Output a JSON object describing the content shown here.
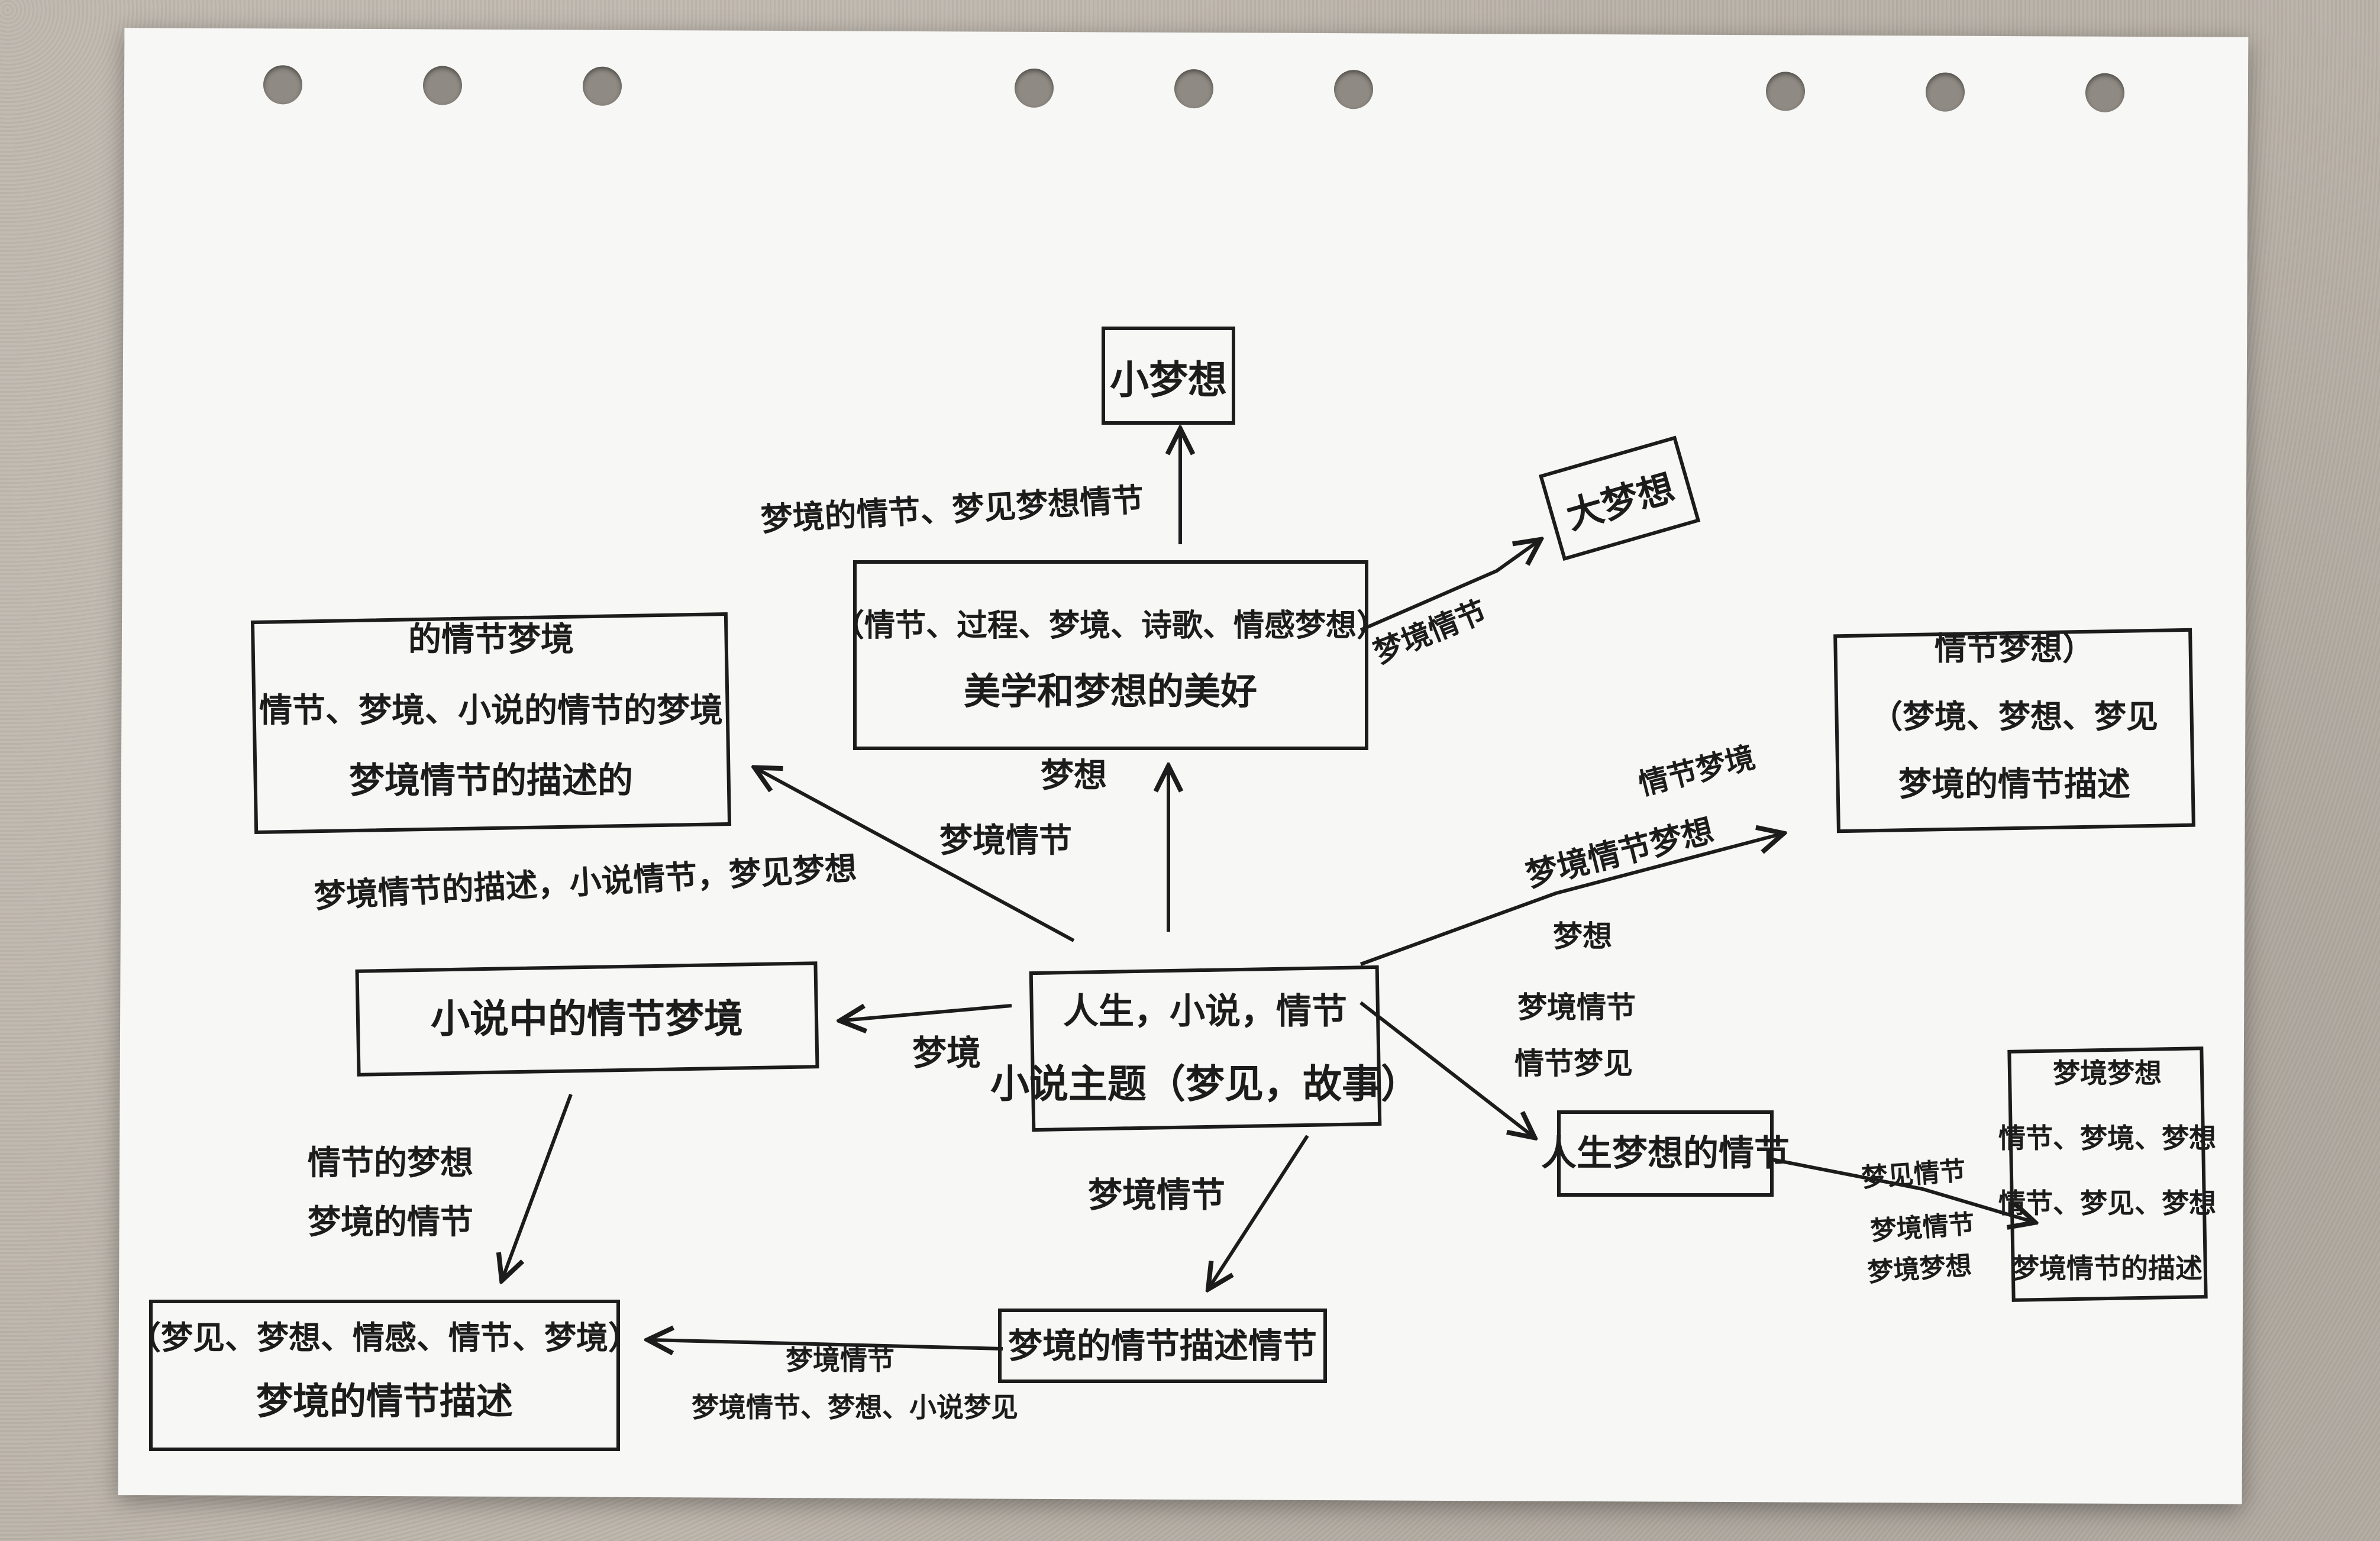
{
  "nodes": {
    "center": {
      "lines": [
        "小说主题（梦见，故事）",
        "人生，小说，情节"
      ]
    },
    "top_mid": {
      "lines": [
        "美学和梦想的美好",
        "（情节、过程、梦境、诗歌、情感梦想）"
      ]
    },
    "top": {
      "lines": [
        "小梦想"
      ]
    },
    "top_right": {
      "lines": [
        "大梦想"
      ]
    },
    "left_upper": {
      "lines": [
        "梦境情节的描述的",
        "情节、梦境、小说的情节的梦境",
        "的情节梦境"
      ]
    },
    "left_mid": {
      "lines": [
        "小说中的情节梦境"
      ]
    },
    "bottom_left": {
      "lines": [
        "梦境的情节描述",
        "（梦见、梦想、情感、情节、梦境）"
      ]
    },
    "bottom_mid": {
      "lines": [
        "梦境的情节描述情节"
      ]
    },
    "right_mid": {
      "lines": [
        "人生梦想的情节"
      ]
    },
    "right_far": {
      "lines": [
        "梦境情节的描述",
        "情节、梦见、梦想",
        "情节、梦境、梦想",
        "梦境梦想"
      ]
    },
    "right_top": {
      "lines": [
        "梦境的情节描述",
        "（梦境、梦想、梦见",
        "情节梦想）"
      ]
    }
  },
  "edge_labels": {
    "center_top_mid": [
      "梦想",
      "梦境情节"
    ],
    "top_mid_top": [
      "梦境的情节、梦见梦想情节"
    ],
    "top_mid_top_right": [
      "梦境情节"
    ],
    "center_left_upper": [
      "梦境情节的描述，小说情节，梦见梦想"
    ],
    "center_left_mid": [
      "梦境"
    ],
    "left_mid_bottom_left": [
      "梦境的情节",
      "情节的梦想"
    ],
    "center_bottom_mid": [
      "梦境情节"
    ],
    "bottom_mid_bottom_left": [
      "梦境情节、梦想、小说梦见",
      "梦境情节"
    ],
    "center_right_top": [
      "梦境情节梦想",
      "情节梦境"
    ],
    "center_right_mid": [
      "情节梦见",
      "梦境情节",
      "梦想"
    ],
    "right_mid_right_far": [
      "梦境梦想",
      "梦境情节",
      "梦见情节"
    ]
  }
}
